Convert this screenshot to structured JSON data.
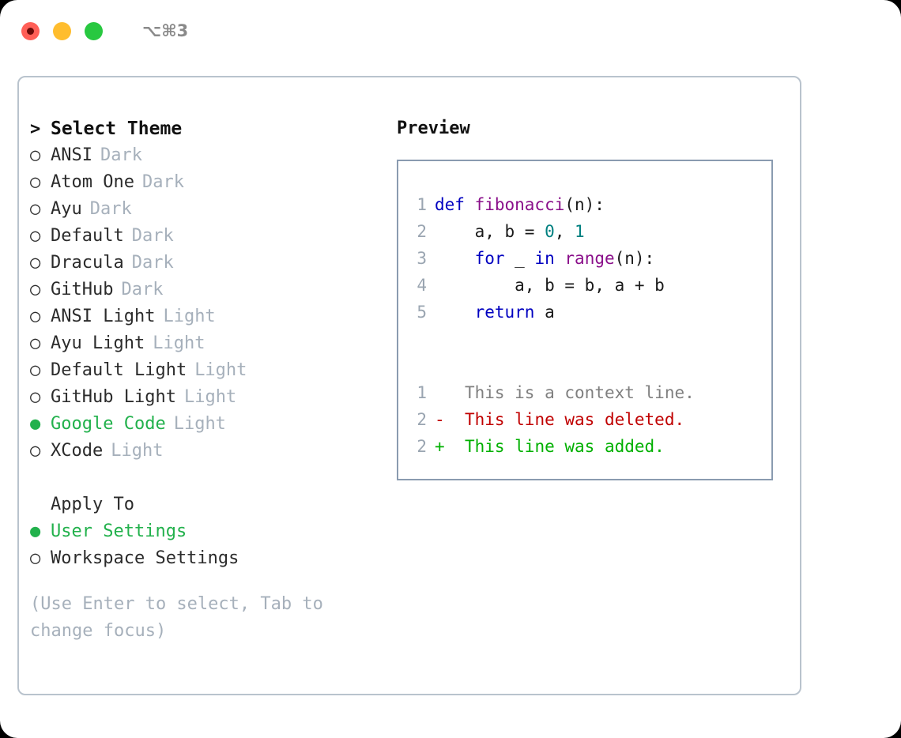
{
  "titlebar": {
    "shortcut": "⌥⌘3",
    "lights": [
      "close",
      "minimize",
      "maximize"
    ]
  },
  "colors": {
    "accent_green": "#22B14C",
    "secondary_gray": "#A6B0BB",
    "panel_border": "#B9C3CD",
    "preview_border": "#8A9BB0",
    "keyword": "#0000C0",
    "function": "#8A0F8A",
    "number": "#008080",
    "diff_deleted": "#C00000",
    "diff_added": "#00B000",
    "diff_context": "#7F7F7F",
    "line_number": "#9AA5B1"
  },
  "theme_list": {
    "header_prefix": ">",
    "header_label": "Select Theme",
    "bullet_unselected": "○",
    "bullet_selected": "●",
    "items": [
      {
        "name": "ANSI",
        "tag": "Dark",
        "selected": false
      },
      {
        "name": "Atom One",
        "tag": "Dark",
        "selected": false
      },
      {
        "name": "Ayu",
        "tag": "Dark",
        "selected": false
      },
      {
        "name": "Default",
        "tag": "Dark",
        "selected": false
      },
      {
        "name": "Dracula",
        "tag": "Dark",
        "selected": false
      },
      {
        "name": "GitHub",
        "tag": "Dark",
        "selected": false
      },
      {
        "name": "ANSI Light",
        "tag": "Light",
        "selected": false
      },
      {
        "name": "Ayu Light",
        "tag": "Light",
        "selected": false
      },
      {
        "name": "Default Light",
        "tag": "Light",
        "selected": false
      },
      {
        "name": "GitHub Light",
        "tag": "Light",
        "selected": false
      },
      {
        "name": "Google Code",
        "tag": "Light",
        "selected": true
      },
      {
        "name": "XCode",
        "tag": "Light",
        "selected": false
      }
    ]
  },
  "apply_to": {
    "group_label": "Apply To",
    "items": [
      {
        "name": "User Settings",
        "selected": true
      },
      {
        "name": "Workspace Settings",
        "selected": false
      }
    ]
  },
  "hint": {
    "line1": "(Use Enter to select, Tab to",
    "line2": "change focus)"
  },
  "preview": {
    "title": "Preview",
    "code_lines": [
      {
        "number": "1",
        "tokens": [
          {
            "t": "def ",
            "k": "kw"
          },
          {
            "t": "fibonacci",
            "k": "fn"
          },
          {
            "t": "(n):",
            "k": "pl"
          }
        ]
      },
      {
        "number": "2",
        "tokens": [
          {
            "t": "    a, b = ",
            "k": "pl"
          },
          {
            "t": "0",
            "k": "num"
          },
          {
            "t": ", ",
            "k": "pl"
          },
          {
            "t": "1",
            "k": "num"
          }
        ]
      },
      {
        "number": "3",
        "tokens": [
          {
            "t": "    ",
            "k": "pl"
          },
          {
            "t": "for",
            "k": "kw"
          },
          {
            "t": " _ ",
            "k": "pl"
          },
          {
            "t": "in",
            "k": "kw"
          },
          {
            "t": " ",
            "k": "pl"
          },
          {
            "t": "range",
            "k": "fn"
          },
          {
            "t": "(n):",
            "k": "pl"
          }
        ]
      },
      {
        "number": "4",
        "tokens": [
          {
            "t": "        a, b = b, a + b",
            "k": "pl"
          }
        ]
      },
      {
        "number": "5",
        "tokens": [
          {
            "t": "    ",
            "k": "pl"
          },
          {
            "t": "return",
            "k": "kw"
          },
          {
            "t": " a",
            "k": "pl"
          }
        ]
      }
    ],
    "diff_lines": [
      {
        "number": "1",
        "marker": " ",
        "text": "This is a context line.",
        "kind": "ctx"
      },
      {
        "number": "2",
        "marker": "-",
        "text": "This line was deleted.",
        "kind": "del"
      },
      {
        "number": "2",
        "marker": "+",
        "text": "This line was added.",
        "kind": "add"
      }
    ]
  }
}
